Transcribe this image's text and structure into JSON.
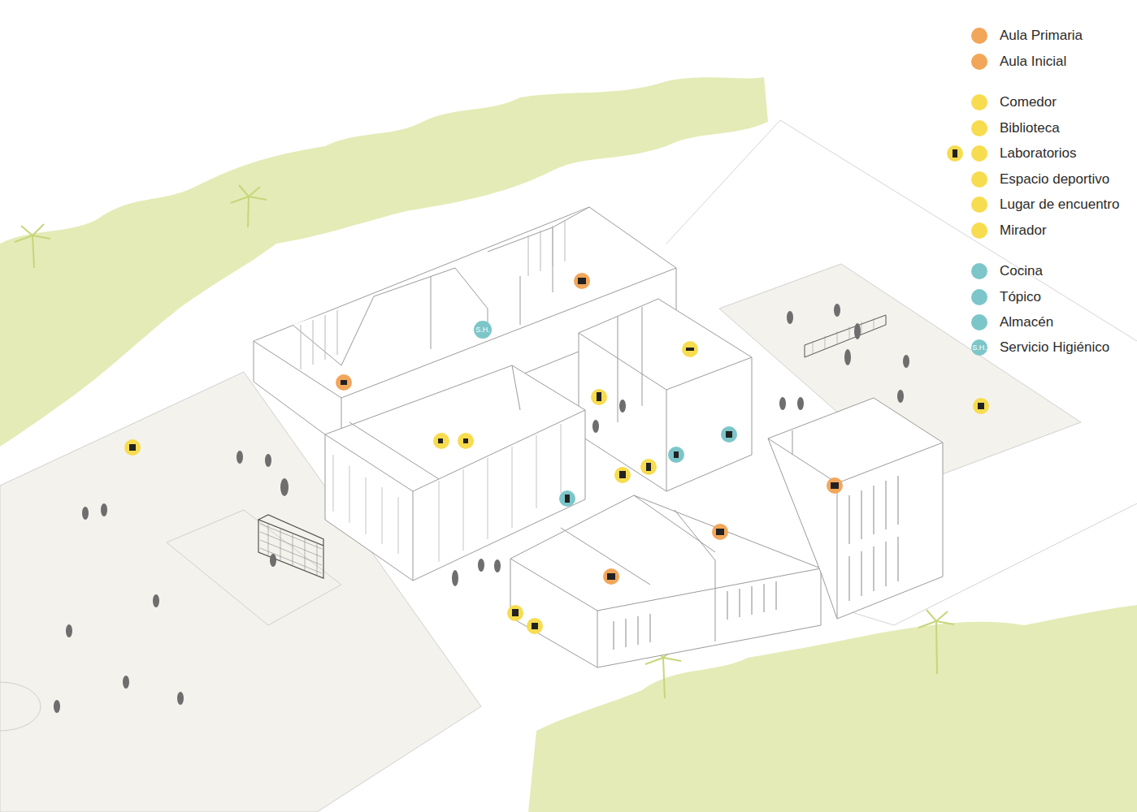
{
  "diagram": {
    "labels": [
      "S.H.",
      "S.H."
    ],
    "legend": [
      {
        "text": "Aula Primaria",
        "color": "#f2a65a"
      },
      {
        "text": "Aula Inicial",
        "color": "#f2a65a"
      },
      {
        "text": "Comedor",
        "color": "#f7dc4f"
      },
      {
        "text": "Biblioteca",
        "color": "#f7dc4f"
      },
      {
        "text": "Laboratorios",
        "color": "#f7dc4f"
      },
      {
        "text": "Espacio deportivo",
        "color": "#f7dc4f"
      },
      {
        "text": "Lugar de encuentro",
        "color": "#f7dc4f"
      },
      {
        "text": "Mirador",
        "color": "#f7dc4f"
      },
      {
        "text": "Cocina",
        "color": "#7cc6c9"
      },
      {
        "text": "Tópico",
        "color": "#7cc6c9"
      },
      {
        "text": "Almacén",
        "color": "#7cc6c9"
      },
      {
        "text": "Servicio Higiénico",
        "color": "#7cc6c9"
      }
    ]
  }
}
